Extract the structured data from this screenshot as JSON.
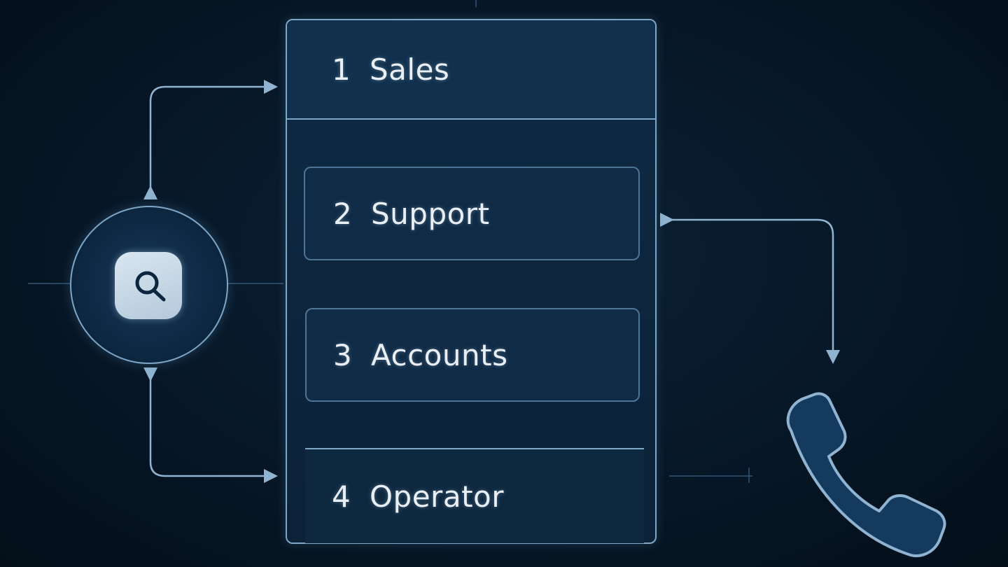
{
  "menu": {
    "options": [
      {
        "number": "1",
        "label": "Sales"
      },
      {
        "number": "2",
        "label": "Support"
      },
      {
        "number": "3",
        "label": "Accounts"
      },
      {
        "number": "4",
        "label": "Operator"
      }
    ]
  },
  "icons": {
    "caller": "search-icon",
    "destination": "phone-icon"
  },
  "colors": {
    "background": "#071727",
    "panel": "#0f2a44",
    "outline": "#7ea6c6",
    "text": "#e8eef4",
    "icon_tile": "#c9d9e6"
  }
}
